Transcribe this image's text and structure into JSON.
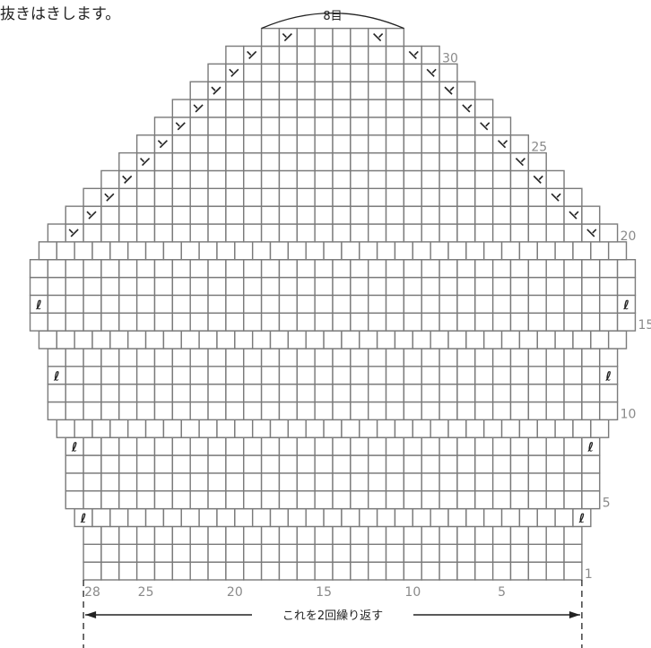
{
  "header": {
    "caption": "抜きはきします。"
  },
  "top_label": "8目",
  "repeat_label": "これを2回繰り返す",
  "symbols": {
    "dec_left": "⅄",
    "dec_right": "⅄",
    "increase": "ℓ"
  },
  "row_numbers": [
    "1",
    "5",
    "10",
    "15",
    "20",
    "25",
    "30"
  ],
  "column_numbers": [
    "28",
    "25",
    "20",
    "15",
    "10",
    "5"
  ],
  "colors": {
    "grid": "#7a7a7a",
    "numbers": "#8a8a8a",
    "ink": "#222222"
  },
  "chart": {
    "columns_in_repeat": 28,
    "rows": 31,
    "row_widths": [
      28,
      28,
      28,
      29,
      30,
      30,
      30,
      30,
      31,
      32,
      32,
      32,
      32,
      33,
      34,
      34,
      34,
      34,
      33,
      32,
      30,
      28,
      26,
      24,
      22,
      20,
      18,
      16,
      14,
      12,
      8
    ],
    "increase_rows": [
      4,
      8,
      12,
      16
    ],
    "decrease_rows": [
      20,
      21,
      22,
      23,
      24,
      25,
      26,
      27,
      28,
      29,
      30,
      31
    ]
  }
}
